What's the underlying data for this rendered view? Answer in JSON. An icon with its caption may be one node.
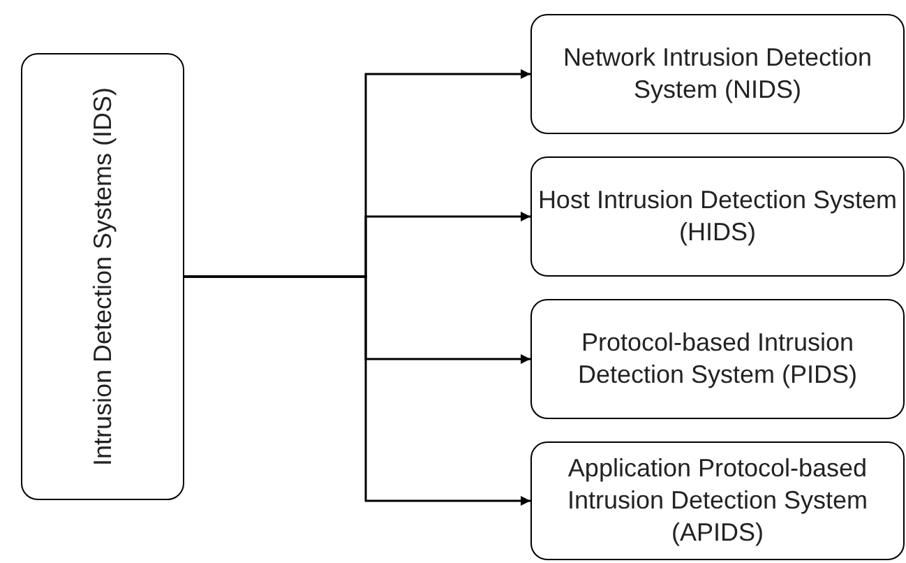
{
  "diagram": {
    "nodes": [
      {
        "text": [
          "Intrusion Detection Systems (IDS)"
        ]
      },
      {
        "text": [
          "Network Intrusion Detection System (NIDS)"
        ]
      },
      {
        "text": [
          "Host Intrusion Detection System (HIDS)"
        ]
      },
      {
        "text": [
          "Protocol-based Intrusion Detection System (PIDS)"
        ]
      },
      {
        "text": [
          "Application Protocol-based Intrusion Detection System (APIDS)"
        ]
      }
    ],
    "edges": [
      {
        "from": 0,
        "to": 1,
        "arrow": "to"
      },
      {
        "from": 0,
        "to": 2,
        "arrow": "to"
      },
      {
        "from": 0,
        "to": 3,
        "arrow": "to"
      },
      {
        "from": 0,
        "to": 4,
        "arrow": "to"
      }
    ]
  }
}
